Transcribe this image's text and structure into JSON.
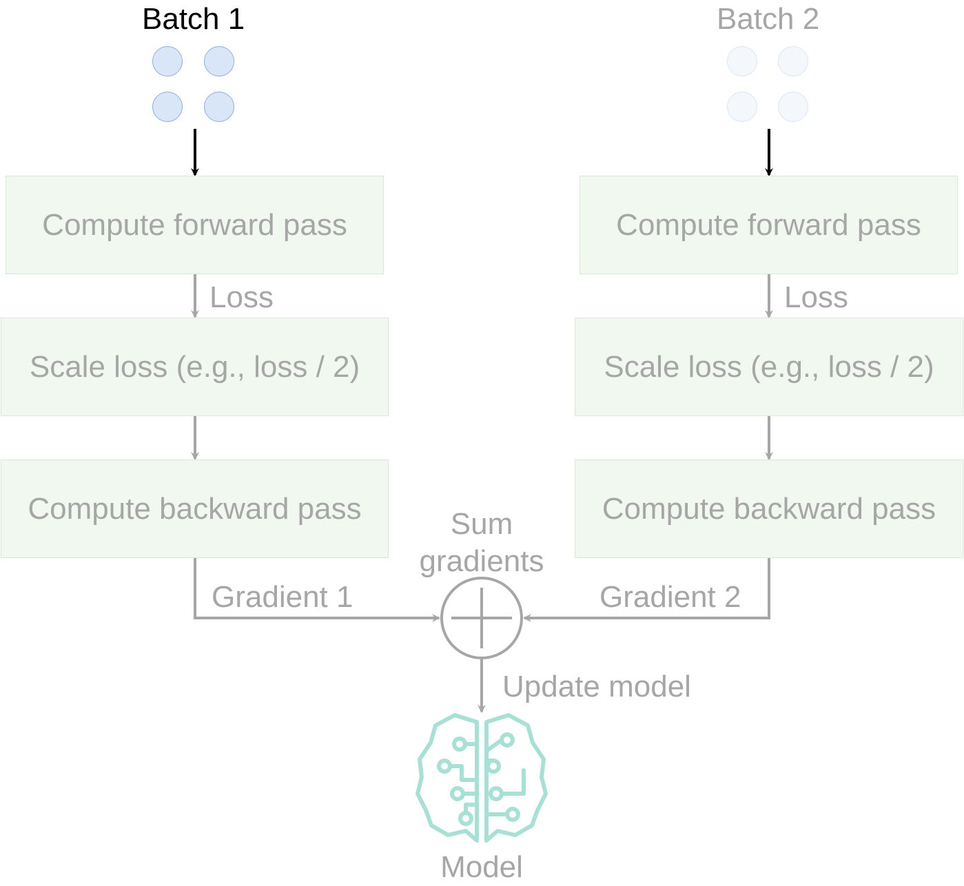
{
  "left": {
    "batch_label": "Batch 1",
    "forward_label": "Compute forward pass",
    "loss_label": "Loss",
    "scale_label": "Scale loss (e.g., loss / 2)",
    "backward_label": "Compute backward pass",
    "gradient_label": "Gradient 1"
  },
  "right": {
    "batch_label": "Batch 2",
    "forward_label": "Compute forward pass",
    "loss_label": "Loss",
    "scale_label": "Scale loss (e.g., loss / 2)",
    "backward_label": "Compute backward pass",
    "gradient_label": "Gradient 2"
  },
  "sum": {
    "line1": "Sum",
    "line2": "gradients",
    "icon": "plus-circle-icon"
  },
  "update_label": "Update model",
  "model": {
    "label": "Model",
    "icon": "brain-circuit-icon"
  },
  "colors": {
    "box_fill": "#f1f8f0",
    "box_border": "#d8e8d4",
    "muted_text": "#a6a6a6",
    "arrow_gray": "#a6a6a6",
    "arrow_black": "#000000",
    "batch1_dot": "#d9e6f8",
    "batch2_dot": "#f4f8fd",
    "brain_teal": "#a8e0d6"
  }
}
